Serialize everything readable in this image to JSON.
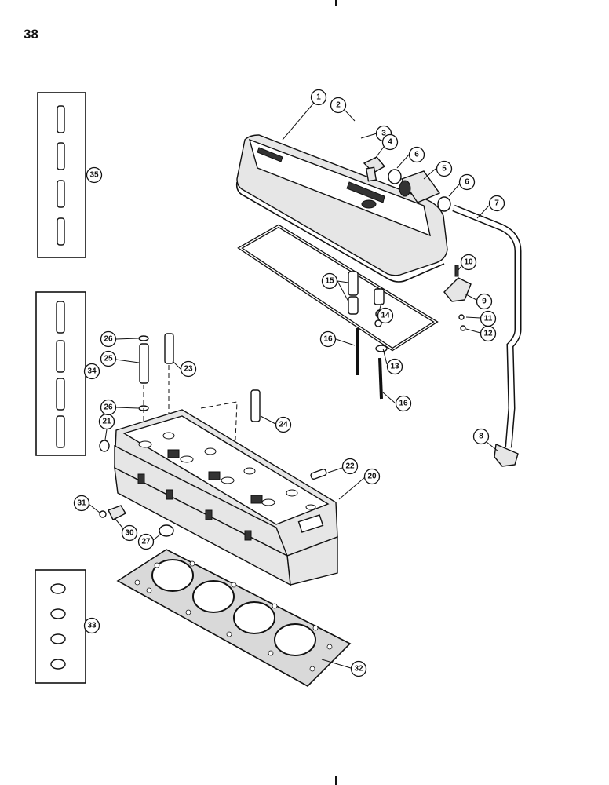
{
  "page": {
    "number": "38"
  },
  "callouts": [
    {
      "id": "c1",
      "label": "1"
    },
    {
      "id": "c2",
      "label": "2"
    },
    {
      "id": "c3",
      "label": "3"
    },
    {
      "id": "c4",
      "label": "4"
    },
    {
      "id": "c5",
      "label": "5"
    },
    {
      "id": "c6a",
      "label": "6"
    },
    {
      "id": "c6b",
      "label": "6"
    },
    {
      "id": "c7",
      "label": "7"
    },
    {
      "id": "c8",
      "label": "8"
    },
    {
      "id": "c9",
      "label": "9"
    },
    {
      "id": "c10",
      "label": "10"
    },
    {
      "id": "c11",
      "label": "11"
    },
    {
      "id": "c12",
      "label": "12"
    },
    {
      "id": "c13",
      "label": "13"
    },
    {
      "id": "c14",
      "label": "14"
    },
    {
      "id": "c15",
      "label": "15"
    },
    {
      "id": "c16a",
      "label": "16"
    },
    {
      "id": "c16b",
      "label": "16"
    },
    {
      "id": "c20",
      "label": "20"
    },
    {
      "id": "c21",
      "label": "21"
    },
    {
      "id": "c22",
      "label": "22"
    },
    {
      "id": "c23",
      "label": "23"
    },
    {
      "id": "c24",
      "label": "24"
    },
    {
      "id": "c25",
      "label": "25"
    },
    {
      "id": "c26a",
      "label": "26"
    },
    {
      "id": "c26b",
      "label": "26"
    },
    {
      "id": "c27",
      "label": "27"
    },
    {
      "id": "c30",
      "label": "30"
    },
    {
      "id": "c31",
      "label": "31"
    },
    {
      "id": "c32",
      "label": "32"
    },
    {
      "id": "c33",
      "label": "33"
    },
    {
      "id": "c34",
      "label": "34"
    },
    {
      "id": "c35",
      "label": "35"
    }
  ]
}
